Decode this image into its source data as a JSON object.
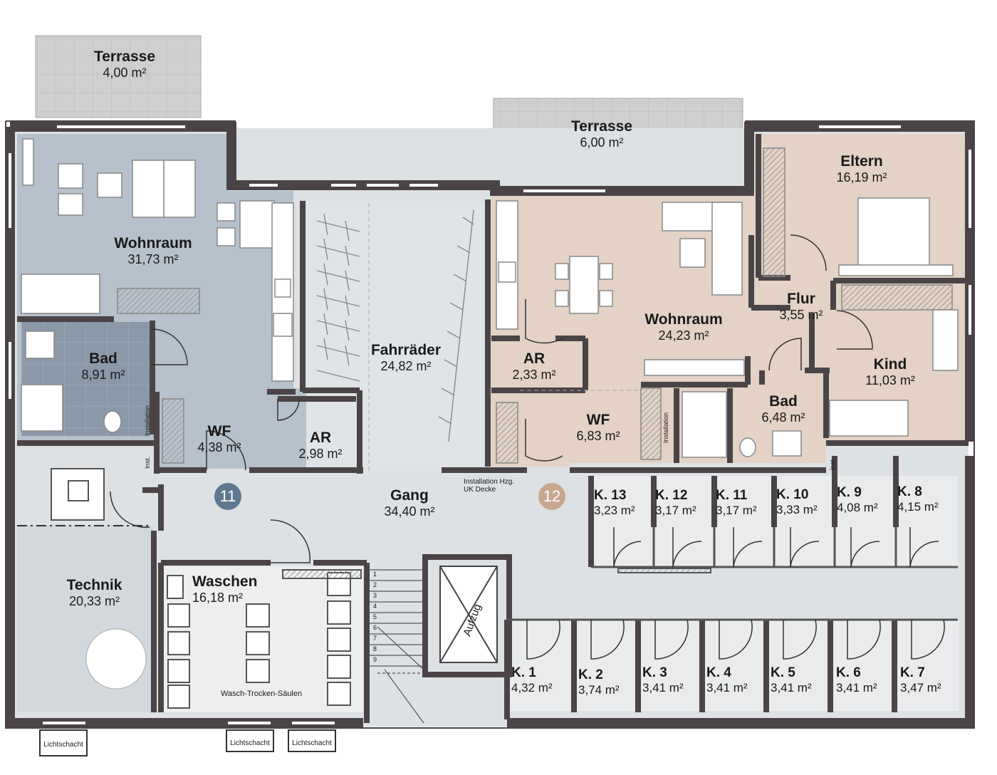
{
  "rooms": {
    "terrace_left": {
      "name": "Terrasse",
      "area": "4,00 m²"
    },
    "terrace_mid": {
      "name": "Terrasse",
      "area": "6,00 m²"
    },
    "wohnraum_11": {
      "name": "Wohnraum",
      "area": "31,73 m²"
    },
    "bad_11": {
      "name": "Bad",
      "area": "8,91 m²"
    },
    "wf_11": {
      "name": "WF",
      "area": "4,38 m²"
    },
    "ar_11": {
      "name": "AR",
      "area": "2,98 m²"
    },
    "fahrraeder": {
      "name": "Fahrräder",
      "area": "24,82 m²"
    },
    "ar_12": {
      "name": "AR",
      "area": "2,33 m²"
    },
    "wohnraum_12": {
      "name": "Wohnraum",
      "area": "24,23 m²"
    },
    "eltern": {
      "name": "Eltern",
      "area": "16,19 m²"
    },
    "flur": {
      "name": "Flur",
      "area": "3,55 m²"
    },
    "kind": {
      "name": "Kind",
      "area": "11,03 m²"
    },
    "bad_12": {
      "name": "Bad",
      "area": "6,48 m²"
    },
    "wf_12": {
      "name": "WF",
      "area": "6,83 m²"
    },
    "gang": {
      "name": "Gang",
      "area": "34,40 m²"
    },
    "technik": {
      "name": "Technik",
      "area": "20,33 m²"
    },
    "waschen": {
      "name": "Waschen",
      "area": "16,18 m²"
    }
  },
  "cellars_top": [
    {
      "name": "K. 13",
      "area": "3,23 m²"
    },
    {
      "name": "K. 12",
      "area": "3,17 m²"
    },
    {
      "name": "K. 11",
      "area": "3,17 m²"
    },
    {
      "name": "K. 10",
      "area": "3,33 m²"
    },
    {
      "name": "K. 9",
      "area": "4,08 m²"
    },
    {
      "name": "K. 8",
      "area": "4,15 m²"
    }
  ],
  "cellars_bottom": [
    {
      "name": "K. 1",
      "area": "4,32 m²"
    },
    {
      "name": "K. 2",
      "area": "3,74 m²"
    },
    {
      "name": "K. 3",
      "area": "3,41 m²"
    },
    {
      "name": "K. 4",
      "area": "3,41 m²"
    },
    {
      "name": "K. 5",
      "area": "3,41 m²"
    },
    {
      "name": "K. 6",
      "area": "3,41 m²"
    },
    {
      "name": "K. 7",
      "area": "3,47 m²"
    }
  ],
  "units": {
    "left": "11",
    "right": "12"
  },
  "notes": {
    "installation_hzg_1": "Installation Hzg.",
    "installation_hzg_2": "UK Decke",
    "wasch_trocken": "Wasch-Trocken-Säulen",
    "aufzug": "Aufzug",
    "installation": "Installation",
    "inst": "Inst.",
    "lichtschacht": "Lichtschacht"
  },
  "stair_steps": [
    "1",
    "2",
    "3",
    "4",
    "5",
    "6",
    "7",
    "8",
    "9"
  ],
  "colors": {
    "wall": "#4a4446",
    "unit11": "#b6c1cb",
    "unit11_bath": "#8796a6",
    "unit12": "#e2d1c4",
    "common": "#d9dde0",
    "cellar": "#e6e8ea",
    "terrace": "#c9c9c9",
    "badge11": "#5d7890",
    "badge12": "#c9a78f"
  }
}
